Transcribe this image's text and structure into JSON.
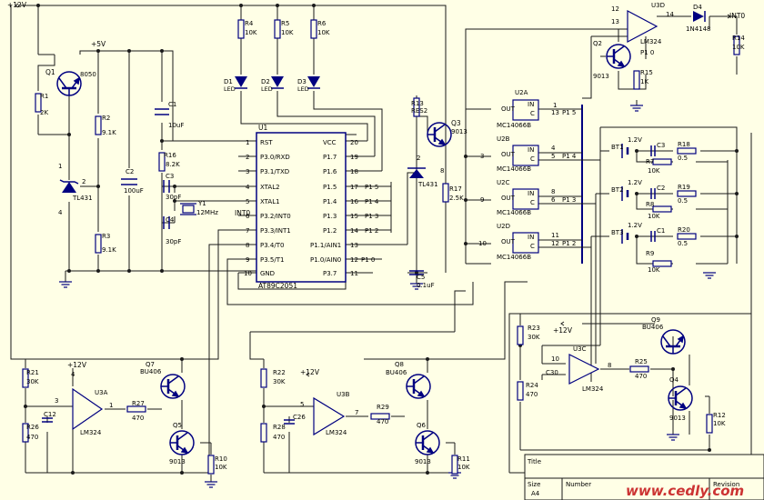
{
  "colors": {
    "background": "#FFFFE6",
    "wire": "#1A1A1A",
    "component": "#000080",
    "text": "#000000",
    "watermark": "#CC3333"
  },
  "rails": {
    "vcc12_top": "+12V",
    "vcc5": "+5V",
    "int0_out": "INT0",
    "int0_mcu": "INT0",
    "vcc12_u3a": "+12V",
    "vcc12_u3b": "+12V",
    "vcc12_q9": "+12V"
  },
  "transistors": {
    "q1": {
      "ref": "Q1",
      "part": "8050"
    },
    "q2": {
      "ref": "Q2",
      "part": "9013",
      "pin": "P1 0"
    },
    "q3": {
      "ref": "Q3",
      "part": "9013"
    },
    "q4": {
      "ref": "Q4",
      "part": "9013"
    },
    "q5": {
      "ref": "Q5",
      "part": "9013"
    },
    "q6": {
      "ref": "Q6",
      "part": "9013"
    },
    "q7": {
      "ref": "Q7",
      "part": "BU406"
    },
    "q8": {
      "ref": "Q8",
      "part": "BU406"
    },
    "q9": {
      "ref": "Q9",
      "part": "BU406"
    }
  },
  "resistors": {
    "r1": {
      "ref": "R1",
      "val": "2K"
    },
    "r2": {
      "ref": "R2",
      "val": "9.1K"
    },
    "r3": {
      "ref": "R3",
      "val": "9.1K"
    },
    "r4": {
      "ref": "R4",
      "val": "10K"
    },
    "r5": {
      "ref": "R5",
      "val": "10K"
    },
    "r6": {
      "ref": "R6",
      "val": "10K"
    },
    "r7": {
      "ref": "R7",
      "val": "10K"
    },
    "r8": {
      "ref": "R8",
      "val": "10K"
    },
    "r9": {
      "ref": "R9",
      "val": "10K"
    },
    "r10": {
      "ref": "R10",
      "val": "10K"
    },
    "r11": {
      "ref": "R11",
      "val": "10K"
    },
    "r12": {
      "ref": "R12",
      "val": "10K"
    },
    "r13": {
      "ref": "R13",
      "val": "RES2"
    },
    "r14": {
      "ref": "R14",
      "val": "10K"
    },
    "r15": {
      "ref": "R15",
      "val": "1K"
    },
    "r16": {
      "ref": "R16",
      "val": "8.2K"
    },
    "r17": {
      "ref": "R17",
      "val": "2.5K"
    },
    "r18": {
      "ref": "R18",
      "val": "0.5"
    },
    "r19": {
      "ref": "R19",
      "val": "0.5"
    },
    "r20": {
      "ref": "R20",
      "val": "0.5"
    },
    "r21": {
      "ref": "R21",
      "val": "30K"
    },
    "r22": {
      "ref": "R22",
      "val": "30K"
    },
    "r23": {
      "ref": "R23",
      "val": "30K"
    },
    "r24": {
      "ref": "R24",
      "val": "470"
    },
    "r25": {
      "ref": "R25",
      "val": "470"
    },
    "r26": {
      "ref": "R26",
      "val": "470"
    },
    "r27": {
      "ref": "R27",
      "val": "470"
    },
    "r28": {
      "ref": "R28",
      "val": "470"
    },
    "r29": {
      "ref": "R29",
      "val": "470"
    }
  },
  "capacitors": {
    "c1": {
      "ref": "C1",
      "val": "10uF"
    },
    "c2": {
      "ref": "C2",
      "val": "100uF"
    },
    "c3": {
      "ref": "C3",
      "val": "30pF"
    },
    "c4": {
      "ref": "C4",
      "val": "30pF"
    },
    "c5": {
      "ref": "C5",
      "val": "0.1uF"
    },
    "c12": {
      "ref": "C12"
    },
    "c26": {
      "ref": "C26"
    },
    "c30": {
      "ref": "C30"
    },
    "cb1": {
      "ref": "C3"
    },
    "cb2": {
      "ref": "C2"
    },
    "cb3": {
      "ref": "C1"
    }
  },
  "batteries": {
    "bt1": {
      "ref": "BT1",
      "val": "1.2V"
    },
    "bt2": {
      "ref": "BT2",
      "val": "1.2V"
    },
    "bt3": {
      "ref": "BT3",
      "val": "1.2V"
    }
  },
  "leds": {
    "d1": {
      "ref": "D1",
      "part": "LED"
    },
    "d2": {
      "ref": "D2",
      "part": "LED"
    },
    "d3": {
      "ref": "D3",
      "part": "LED"
    }
  },
  "diode_d4": {
    "ref": "D4",
    "part": "1N4148"
  },
  "zener_tl1": {
    "part": "TL431",
    "pin_a": "1",
    "pin_b": "2",
    "pin_c": "4"
  },
  "zener_tl2": {
    "part": "TL431",
    "pin_a": "2",
    "pin_b": "8"
  },
  "crystal": {
    "ref": "Y1",
    "val": "12MHz"
  },
  "mcu": {
    "ref": "U1",
    "part": "AT89C2051",
    "left_pins": [
      {
        "num": "1",
        "name": "RST"
      },
      {
        "num": "2",
        "name": "P3.0/RXD"
      },
      {
        "num": "3",
        "name": "P3.1/TXD"
      },
      {
        "num": "4",
        "name": "XTAL2"
      },
      {
        "num": "5",
        "name": "XTAL1"
      },
      {
        "num": "6",
        "name": "P3.2/INT0"
      },
      {
        "num": "7",
        "name": "P3.3/INT1"
      },
      {
        "num": "8",
        "name": "P3.4/T0"
      },
      {
        "num": "9",
        "name": "P3.5/T1"
      },
      {
        "num": "10",
        "name": "GND"
      }
    ],
    "right_pins": [
      {
        "num": "20",
        "name": "VCC"
      },
      {
        "num": "19",
        "name": "P1.7"
      },
      {
        "num": "18",
        "name": "P1.6"
      },
      {
        "num": "17",
        "name": "P1.5"
      },
      {
        "num": "16",
        "name": "P1.4"
      },
      {
        "num": "15",
        "name": "P1.3"
      },
      {
        "num": "14",
        "name": "P1.2"
      },
      {
        "num": "13",
        "name": "P1.1/AIN1"
      },
      {
        "num": "12",
        "name": "P1.0/AIN0"
      },
      {
        "num": "11",
        "name": "P3.7"
      }
    ],
    "bus_labels": [
      "P1 5",
      "P1 4",
      "P1 3",
      "P1 2"
    ],
    "p10_label": "P1 0"
  },
  "switches": [
    {
      "ref": "U2A",
      "part": "MC14066B",
      "pin_l": "",
      "pin_o1": "1",
      "pin_o2": "13",
      "net": "P1 5"
    },
    {
      "ref": "U2B",
      "part": "MC14066B",
      "pin_l": "3",
      "pin_o1": "4",
      "pin_o2": "5",
      "net": "P1 4"
    },
    {
      "ref": "U2C",
      "part": "MC14066B",
      "pin_l": "9",
      "pin_o1": "8",
      "pin_o2": "6",
      "net": "P1 3"
    },
    {
      "ref": "U2D",
      "part": "MC14066B",
      "pin_l": "10",
      "pin_o1": "11",
      "pin_o2": "12",
      "net": "P1 2"
    }
  ],
  "switch_in": "IN",
  "switch_out": "OUT",
  "switch_ctl": "C",
  "opamps": {
    "u3a": {
      "ref": "U3A",
      "part": "LM324",
      "pin_in": "3",
      "pin_pwr": "4",
      "pin_out": "1"
    },
    "u3b": {
      "ref": "U3B",
      "part": "LM324",
      "pin_in": "5",
      "pin_out": "7"
    },
    "u3c": {
      "ref": "U3C",
      "part": "LM324",
      "pin_in": "10",
      "pin_out": "8"
    },
    "u3d": {
      "ref": "U3D",
      "part": "LM324",
      "pin_in1": "12",
      "pin_in2": "13",
      "pin_out": "14"
    }
  },
  "title_block": {
    "title": "Title",
    "size": "Size",
    "number": "Number",
    "revision": "Revision",
    "size_val": "A4"
  },
  "watermark": "www.cedly.com"
}
